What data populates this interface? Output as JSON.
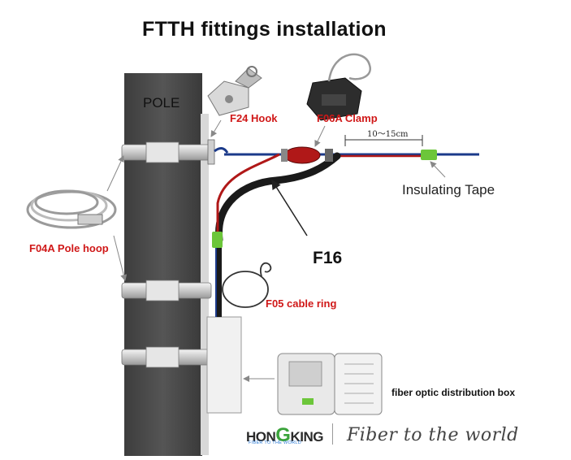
{
  "title": "FTTH fittings installation",
  "pole_label": "POLE",
  "parts": {
    "hook": "F24 Hook",
    "clamp": "F06A Clamp",
    "pole_hoop": "F04A Pole hoop",
    "cable_ring": "F05 cable ring",
    "cable": "F16",
    "tape": "Insulating Tape",
    "box": "fiber optic distribution box"
  },
  "dimension": "10～15cm",
  "brand": {
    "name_left": "HON",
    "name_g": "G",
    "name_right": "KING",
    "tagline": "FIBER TO THE WORLD"
  },
  "slogan": "Fiber to the world",
  "colors": {
    "cable_black": "#1a1a1a",
    "cable_red": "#b01818",
    "cable_blue": "#1b3a8a",
    "tape_green": "#6cc63a",
    "label_red": "#d01818",
    "pole": "#4a4a4a"
  }
}
